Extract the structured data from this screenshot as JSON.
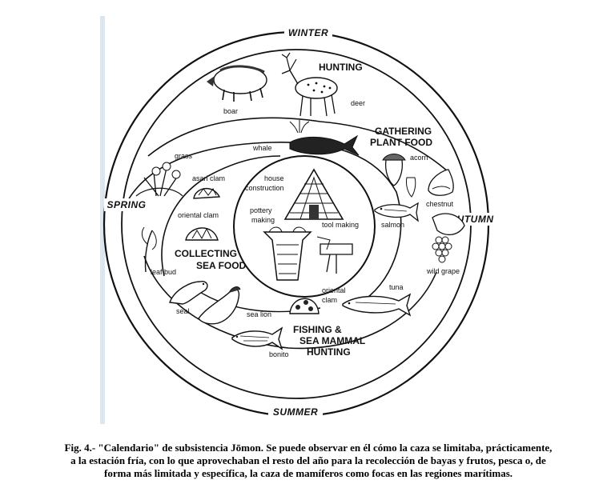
{
  "diagram": {
    "seasons": {
      "winter": "WINTER",
      "spring": "SPRING",
      "autumn": "AUTUMN",
      "summer": "SUMMER"
    },
    "sections": {
      "hunting": "HUNTING",
      "gathering_1": "GATHERING",
      "gathering_2": "PLANT FOOD",
      "collecting_1": "COLLECTING",
      "collecting_2": "SEA FOOD",
      "fishing_1": "FISHING &",
      "fishing_2": "SEA MAMMAL",
      "fishing_3": "HUNTING"
    },
    "labels": {
      "boar": "boar",
      "deer": "deer",
      "whale": "whale",
      "grass": "grass",
      "acorn": "acorn",
      "chestnut": "chestnut",
      "salmon": "salmon",
      "wild_grape": "wild grape",
      "asari_clam": "asari clam",
      "oriental_clam": "oriental clam",
      "house_1": "house",
      "house_2": "construction",
      "pottery_1": "pottery",
      "pottery_2": "making",
      "tool_making": "tool making",
      "leaf_bud": "leaf bud",
      "seal": "seal",
      "sea_lion": "sea lion",
      "oriental_clam_2a": "oriental",
      "oriental_clam_2b": "clam",
      "tuna": "tuna",
      "bonito": "bonito"
    },
    "icons": [
      "boar-icon",
      "deer-icon",
      "whale-icon",
      "grass-icon",
      "acorn-icon",
      "chestnut-icon",
      "salmon-icon",
      "grape-icon",
      "asari-clam-icon",
      "oriental-clam-icon",
      "house-icon",
      "pottery-icon",
      "tool-icon",
      "leaf-bud-icon",
      "seal-icon",
      "sea-lion-icon",
      "tuna-icon",
      "bonito-icon"
    ]
  },
  "caption": {
    "line1": "Fig. 4.- \"Calendario\" de subsistencia Jōmon. Se puede observar en él cómo la caza se limitaba, prácticamente,",
    "line2": "a la estación fría, con lo que aprovechaban el resto del año para la recolección de bayas y frutos, pesca o, de",
    "line3": "forma más limitada y específica, la caza de mamíferos como focas en las regiones marítimas."
  }
}
